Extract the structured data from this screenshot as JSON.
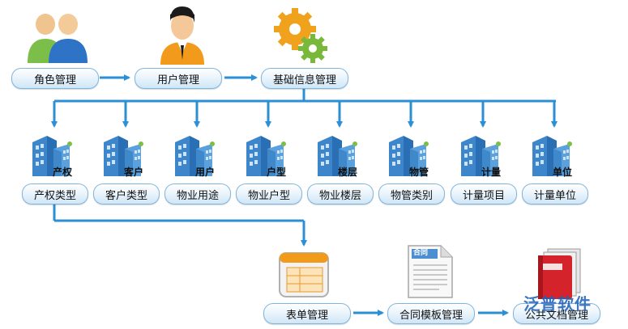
{
  "top_nodes": [
    "角色管理",
    "用户管理",
    "基础信息管理"
  ],
  "categories": [
    {
      "tag": "产权",
      "label": "产权类型"
    },
    {
      "tag": "客户",
      "label": "客户类型"
    },
    {
      "tag": "用户",
      "label": "物业用途"
    },
    {
      "tag": "户型",
      "label": "物业户型"
    },
    {
      "tag": "楼层",
      "label": "物业楼层"
    },
    {
      "tag": "物管",
      "label": "物管类别"
    },
    {
      "tag": "计量",
      "label": "计量项目"
    },
    {
      "tag": "单位",
      "label": "计量单位"
    }
  ],
  "bottom_nodes": [
    "表单管理",
    "合同模板管理",
    "公共文档管理"
  ],
  "doc_header": "合同",
  "watermark": "泛普软件",
  "colors": {
    "arrow": "#2a8fd6",
    "pill_border": "#7fb6df"
  }
}
